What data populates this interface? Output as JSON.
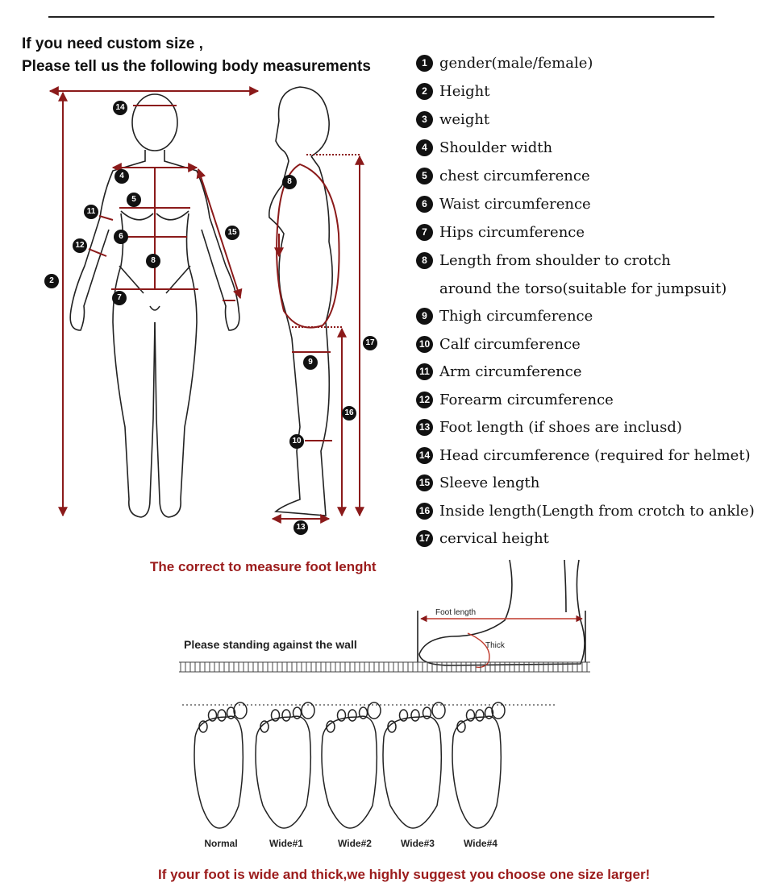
{
  "header": {
    "line1": "If you need custom size ,",
    "line2": "Please tell us the following body measurements"
  },
  "measurements": [
    {
      "n": "1",
      "label": "gender(male/female)"
    },
    {
      "n": "2",
      "label": "Height"
    },
    {
      "n": "3",
      "label": "weight"
    },
    {
      "n": "4",
      "label": "Shoulder width"
    },
    {
      "n": "5",
      "label": "chest circumference"
    },
    {
      "n": "6",
      "label": "Waist circumference"
    },
    {
      "n": "7",
      "label": "Hips circumference"
    },
    {
      "n": "8",
      "label": "Length from shoulder to crotch"
    },
    {
      "n": "9",
      "label": "Thigh circumference"
    },
    {
      "n": "10",
      "label": "Calf circumference"
    },
    {
      "n": "11",
      "label": "Arm circumference"
    },
    {
      "n": "12",
      "label": "Forearm circumference"
    },
    {
      "n": "13",
      "label": "Foot length (if shoes are inclusd)"
    },
    {
      "n": "14",
      "label": "Head circumference (required for helmet)"
    },
    {
      "n": "15",
      "label": "Sleeve length"
    },
    {
      "n": "16",
      "label": "Inside length(Length from crotch to ankle)"
    },
    {
      "n": "17",
      "label": "cervical height"
    }
  ],
  "measurement8_cont": "around the torso(suitable for jumpsuit)",
  "figure_markers": {
    "front": [
      "14",
      "4",
      "5",
      "11",
      "6",
      "12",
      "8",
      "2",
      "7",
      "15"
    ],
    "side": [
      "8",
      "17",
      "9",
      "16",
      "10",
      "13"
    ]
  },
  "foot_section": {
    "title": "The correct to measure foot lenght",
    "wall_note": "Please standing against the wall",
    "foot_length_label": "Foot length",
    "thick_label": "Thick",
    "types": [
      "Normal",
      "Wide#1",
      "Wide#2",
      "Wide#3",
      "Wide#4"
    ],
    "advice": "If your foot is wide and thick,we highly suggest you choose one size larger!"
  },
  "colors": {
    "accent": "#8b1a1a",
    "marker": "#111111"
  }
}
